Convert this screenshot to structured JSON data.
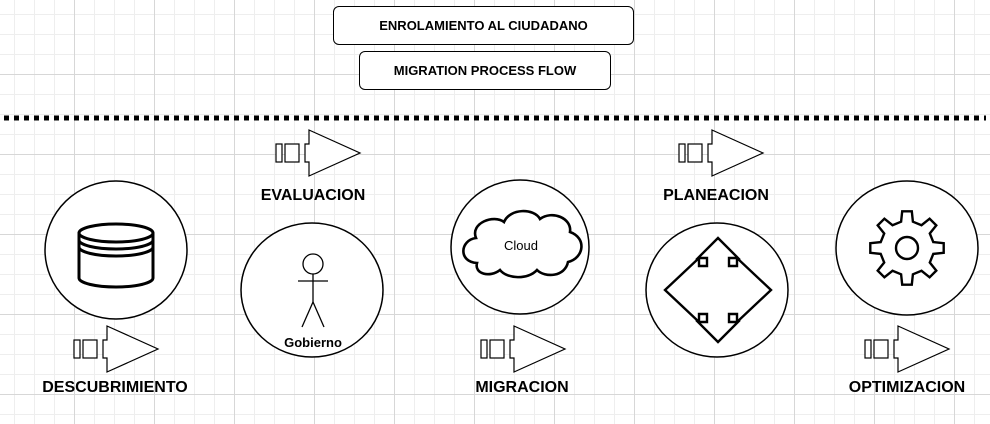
{
  "diagram": {
    "title_primary": "ENROLAMIENTO AL CIUDADANO",
    "title_secondary": "MIGRATION PROCESS FLOW",
    "stages": [
      {
        "label": "DESCUBRIMIENTO",
        "icon": "database-icon"
      },
      {
        "label": "EVALUACION",
        "icon": "actor-icon",
        "inner_label": "Gobierno"
      },
      {
        "label": "MIGRACION",
        "icon": "cloud-icon",
        "inner_label": "Cloud"
      },
      {
        "label": "PLANEACION",
        "icon": "move-arrows-icon"
      },
      {
        "label": "OPTIMIZACION",
        "icon": "gear-icon"
      }
    ],
    "connector_icon": "step-arrow-icon",
    "colors": {
      "stroke": "#000000",
      "fill": "#ffffff"
    }
  }
}
